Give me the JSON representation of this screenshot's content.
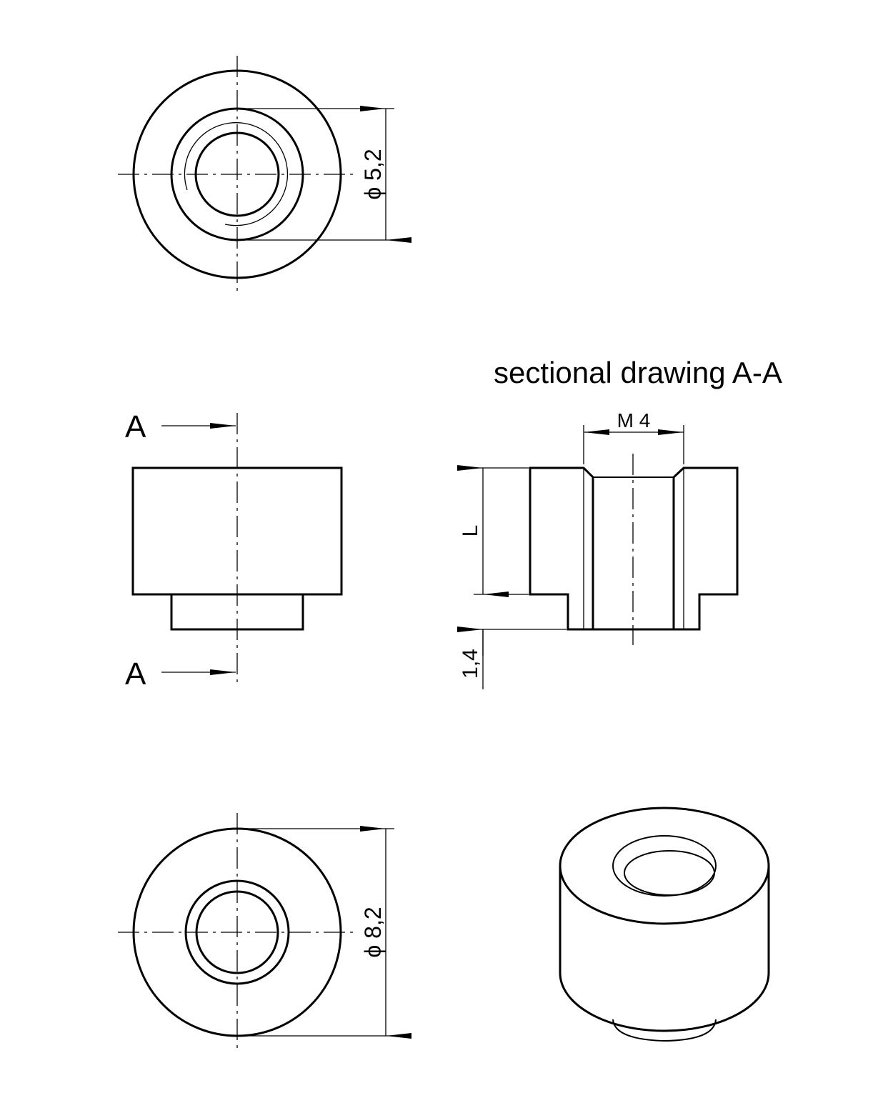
{
  "section_title": "sectional drawing A-A",
  "section_marks": {
    "top": "A",
    "bottom": "A"
  },
  "dimensions": {
    "top_view_diameter": "ϕ 5,2",
    "bottom_view_diameter": "ϕ 8,2",
    "thread": "M  4",
    "length": "L",
    "collar_height": "1,4"
  },
  "colors": {
    "line": "#000000",
    "background": "#ffffff"
  }
}
